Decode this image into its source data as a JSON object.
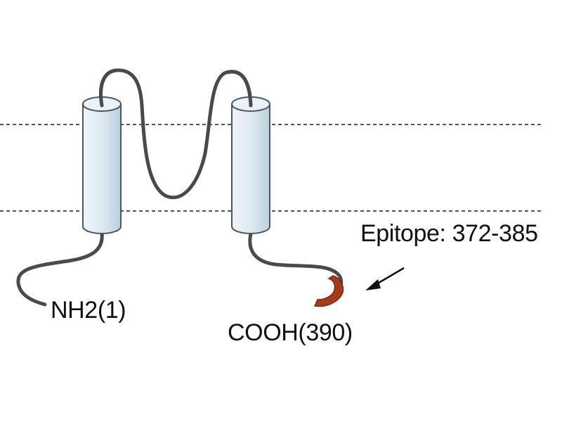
{
  "diagram": {
    "n_terminus_label": "NH2(1)",
    "c_terminus_label": "COOH(390)",
    "epitope_label": "Epitope: 372-385",
    "colors": {
      "background": "#ffffff",
      "membrane_line": "#555555",
      "chain": "#4a4a4a",
      "helix_fill": "#dde9f1",
      "helix_stroke": "#555555",
      "epitope": "#a83a1a",
      "text": "#111111"
    },
    "icons": {
      "pointer": "arrow-icon"
    }
  }
}
